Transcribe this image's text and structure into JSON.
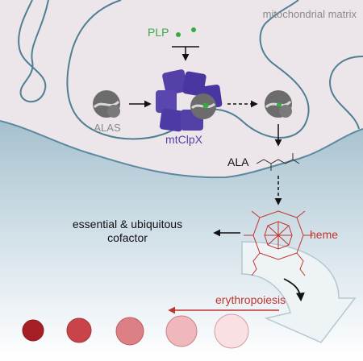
{
  "labels": {
    "compartment": "mitochondrial matrix",
    "cofactor": "PLP",
    "enzyme": "ALAS",
    "protease": "mtClpX",
    "product": "ALA",
    "heme": "heme",
    "role_line1": "essential & ubiquitous",
    "role_line2": "cofactor",
    "process": "erythropoiesis"
  },
  "colors": {
    "matrix_fill": "#ece6ea",
    "membrane": "#4f7f93",
    "cytosol_gradient_top": "#7ea6b7",
    "cytosol_gradient_bottom": "#ffffff",
    "plp_green": "#39a845",
    "alas_gray": "#6c6c6c",
    "clpx_purple": "#5540a8",
    "heme_red": "#c0342e",
    "text": "#111111",
    "gray_label": "#8a8a8a"
  },
  "icons": [
    "alas-protein-icon",
    "mtclpx-complex-icon",
    "plp-molecule-icon",
    "ala-molecule-icon",
    "heme-molecule-icon",
    "red-blood-cell-icon"
  ],
  "erythrocyte_stages": [
    {
      "fill": "#a81e26"
    },
    {
      "fill": "#c8444a"
    },
    {
      "fill": "#dc8086"
    },
    {
      "fill": "#eeb8bc"
    },
    {
      "fill": "#f9e0e2"
    }
  ]
}
